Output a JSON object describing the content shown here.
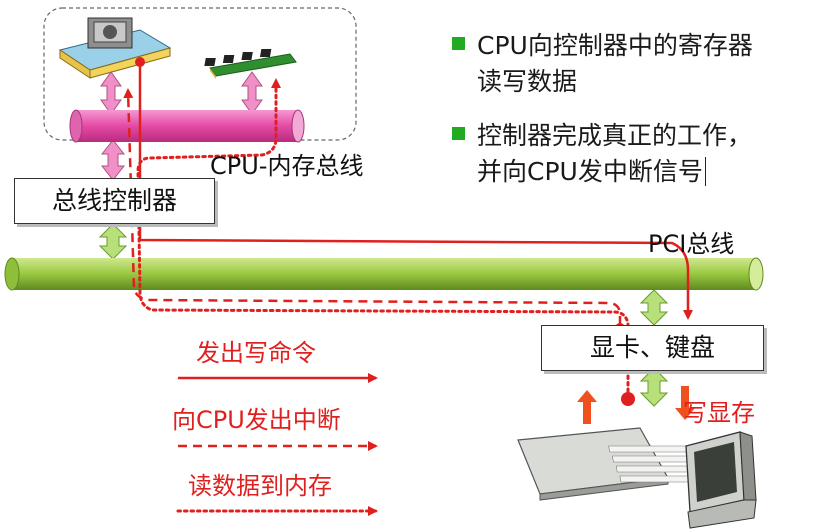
{
  "bullets": {
    "b1_line1": "CPU向控制器中的寄存器",
    "b1_line2": "读写数据",
    "b2_line1": "控制器完成真正的工作，",
    "b2_line2": "并向CPU发中断信号"
  },
  "labels": {
    "cpu_mem_bus": "CPU-内存总线",
    "bus_controller": "总线控制器",
    "pci_bus": "PCI总线",
    "device_box": "显卡、键盘",
    "write_vram": "写显存"
  },
  "legend": {
    "solid": "发出写命令",
    "dashed": "向CPU发出中断",
    "dotted": "读数据到内存"
  },
  "colors": {
    "accent_red": "#e0201f",
    "bullet_green": "#22aa22",
    "membus_pink": "#e94aa8",
    "pcibus_green": "#9ccc3a",
    "arrow_pink": "#f08fc8",
    "arrow_green": "#b8e07a"
  }
}
